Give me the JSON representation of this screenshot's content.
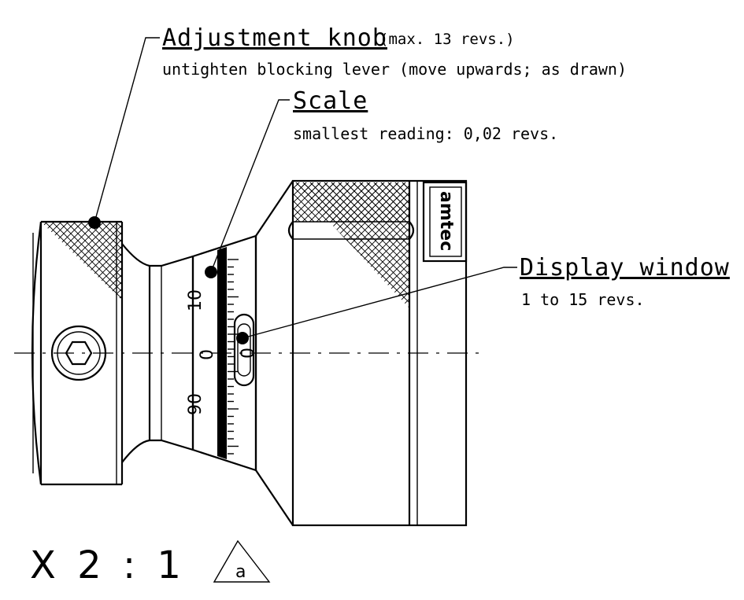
{
  "callouts": {
    "adjustment_knob": {
      "title": "Adjustment knob",
      "note": "(max. 13 revs.)",
      "description": "untighten blocking lever (move upwards; as drawn)"
    },
    "scale": {
      "title": "Scale",
      "description": "smallest reading: 0,02 revs."
    },
    "display_window": {
      "title": "Display window",
      "description": "1 to 15 revs."
    }
  },
  "scale_digits": {
    "top": "10",
    "middle": "0",
    "bottom": "90",
    "window": "0"
  },
  "brand": "amtec",
  "detail_scale": "X 2 : 1",
  "revision_marker": "a"
}
